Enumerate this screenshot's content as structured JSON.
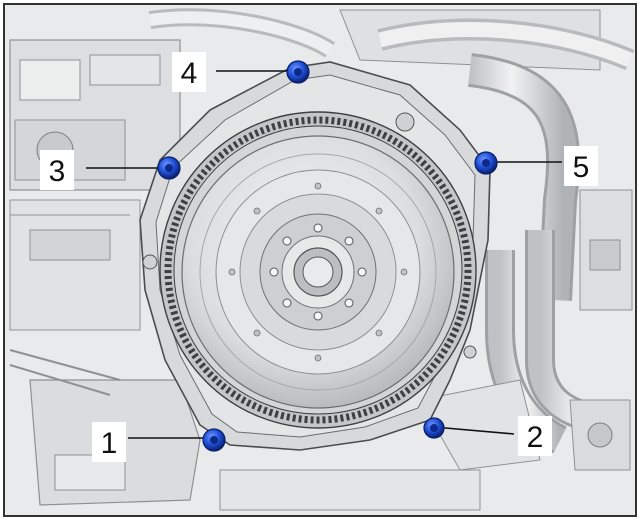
{
  "callouts": [
    {
      "label": "1"
    },
    {
      "label": "2"
    },
    {
      "label": "3"
    },
    {
      "label": "4"
    },
    {
      "label": "5"
    }
  ],
  "colors": {
    "bolt_blue": "#1f4fd6",
    "bolt_dark": "#0a1f6b",
    "line": "#111111",
    "engine_light": "#e9eaeb",
    "engine_mid": "#c9cbcd",
    "engine_dark": "#8e9194",
    "frame": "#333333"
  }
}
